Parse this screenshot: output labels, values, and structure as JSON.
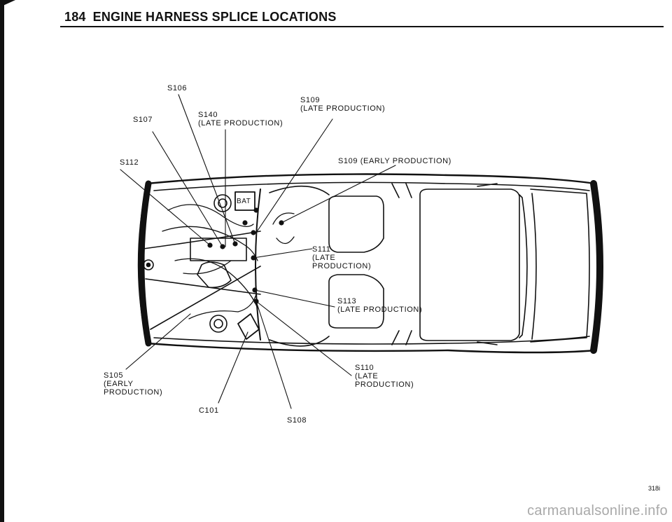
{
  "header": {
    "page_number": "184",
    "title": "ENGINE HARNESS SPLICE LOCATIONS"
  },
  "labels": {
    "s106": "S106",
    "s109_late": [
      "S109",
      "(LATE PRODUCTION)"
    ],
    "s107": "S107",
    "s140": [
      "S140",
      "(LATE PRODUCTION)"
    ],
    "s112": "S112",
    "s109_early": "S109 (EARLY PRODUCTION)",
    "bat": "BAT",
    "s111": [
      "S111",
      "(LATE",
      "PRODUCTION)"
    ],
    "s113": [
      "S113",
      "(LATE PRODUCTION)"
    ],
    "s105": [
      "S105",
      "(EARLY",
      "PRODUCTION)"
    ],
    "s110": [
      "S110",
      "(LATE",
      "PRODUCTION)"
    ],
    "c101": "C101",
    "s108": "S108"
  },
  "figure_id": "318i",
  "watermark": "carmanualsonline.info"
}
